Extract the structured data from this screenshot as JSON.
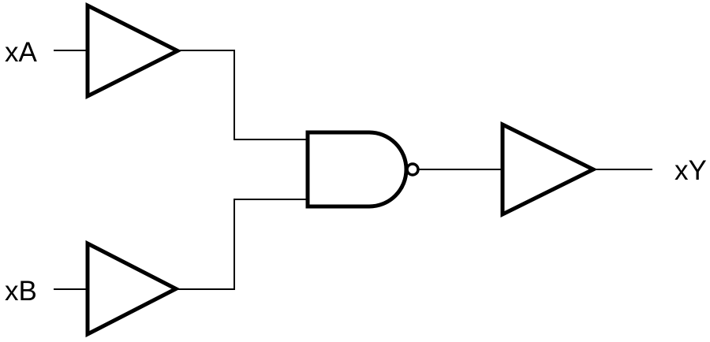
{
  "colors": {
    "stroke": "#000000",
    "background": "#ffffff"
  },
  "diagram": {
    "type": "logic-circuit-schematic",
    "inputs": [
      {
        "label": "xA"
      },
      {
        "label": "xB"
      }
    ],
    "output": {
      "label": "xY"
    },
    "gates": [
      {
        "id": "buffer-a",
        "type": "buffer"
      },
      {
        "id": "buffer-b",
        "type": "buffer"
      },
      {
        "id": "nand",
        "type": "nand"
      },
      {
        "id": "buffer-y",
        "type": "buffer"
      }
    ]
  }
}
